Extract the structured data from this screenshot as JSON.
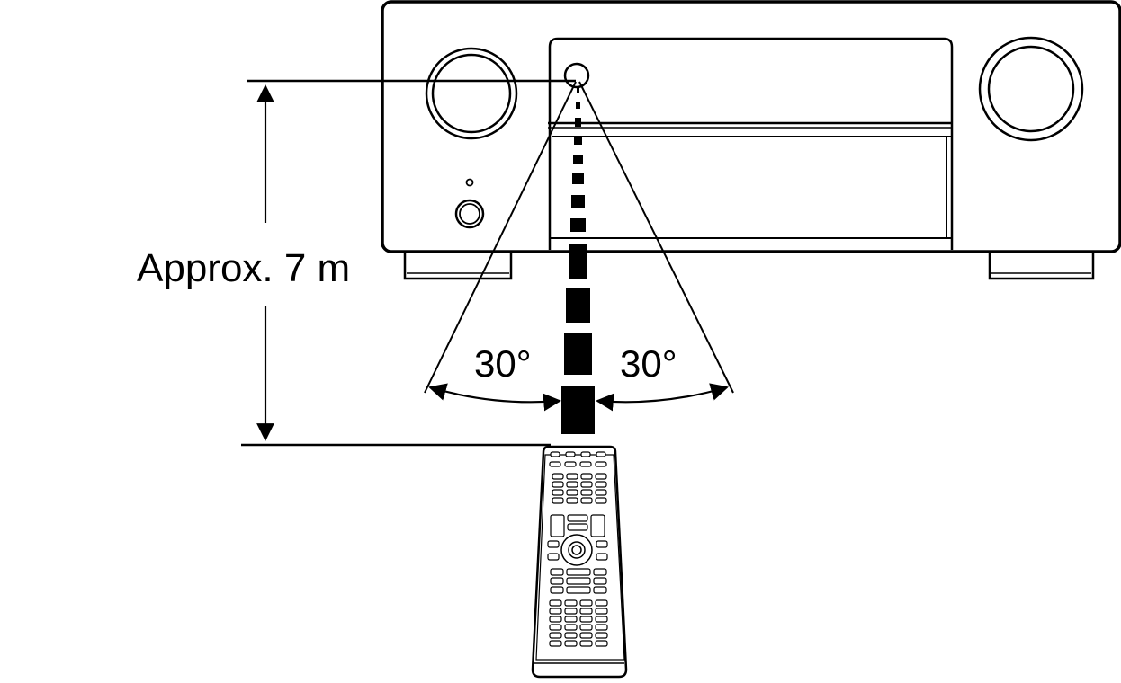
{
  "distance_label": "Approx. 7 m",
  "angle_left_label": "30°",
  "angle_right_label": "30°",
  "colors": {
    "line": "#000000",
    "background": "#ffffff"
  }
}
